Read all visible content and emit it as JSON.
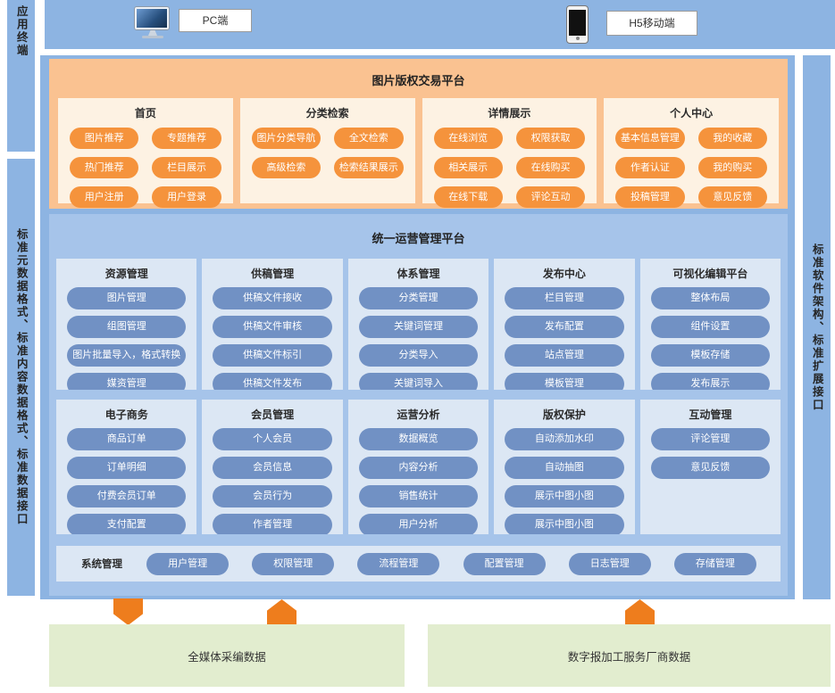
{
  "left_rail": {
    "top_label": "应用终端",
    "middle_label": "标准元数据格式、标准内容数据格式、标准数据接口"
  },
  "right_rail": {
    "label": "标准软件架构、标准扩展接口"
  },
  "terminals": {
    "pc": {
      "label": "PC端",
      "icon": "desktop-monitor-icon"
    },
    "mobile": {
      "label": "H5移动端",
      "icon": "smartphone-icon"
    }
  },
  "trading_platform": {
    "title": "图片版权交易平台",
    "columns": [
      {
        "title": "首页",
        "items": [
          "图片推荐",
          "专题推荐",
          "热门推荐",
          "栏目展示",
          "用户注册",
          "用户登录"
        ]
      },
      {
        "title": "分类检索",
        "items": [
          "图片分类导航",
          "全文检索",
          "高级检索",
          "检索结果展示"
        ]
      },
      {
        "title": "详情展示",
        "items": [
          "在线浏览",
          "权限获取",
          "相关展示",
          "在线购买",
          "在线下载",
          "评论互动"
        ]
      },
      {
        "title": "个人中心",
        "items": [
          "基本信息管理",
          "我的收藏",
          "作者认证",
          "我的购买",
          "投稿管理",
          "意见反馈"
        ]
      }
    ]
  },
  "ops_platform": {
    "title": "统一运营管理平台",
    "row1": [
      {
        "title": "资源管理",
        "items": [
          "图片管理",
          "组图管理",
          "图片批量导入，格式转换",
          "媒资管理"
        ]
      },
      {
        "title": "供稿管理",
        "items": [
          "供稿文件接收",
          "供稿文件审核",
          "供稿文件标引",
          "供稿文件发布"
        ]
      },
      {
        "title": "体系管理",
        "items": [
          "分类管理",
          "关键词管理",
          "分类导入",
          "关键词导入"
        ]
      },
      {
        "title": "发布中心",
        "items": [
          "栏目管理",
          "发布配置",
          "站点管理",
          "模板管理"
        ]
      },
      {
        "title": "可视化编辑平台",
        "items": [
          "整体布局",
          "组件设置",
          "模板存储",
          "发布展示"
        ]
      }
    ],
    "row2": [
      {
        "title": "电子商务",
        "items": [
          "商品订单",
          "订单明细",
          "付费会员订单",
          "支付配置"
        ]
      },
      {
        "title": "会员管理",
        "items": [
          "个人会员",
          "会员信息",
          "会员行为",
          "作者管理"
        ]
      },
      {
        "title": "运营分析",
        "items": [
          "数据概览",
          "内容分析",
          "销售统计",
          "用户分析"
        ]
      },
      {
        "title": "版权保护",
        "items": [
          "自动添加水印",
          "自动抽图",
          "展示中图小图",
          "展示中图小图"
        ]
      },
      {
        "title": "互动管理",
        "items": [
          "评论管理",
          "意见反馈"
        ]
      }
    ],
    "system_bar": {
      "title": "系统管理",
      "items": [
        "用户管理",
        "权限管理",
        "流程管理",
        "配置管理",
        "日志管理",
        "存储管理"
      ]
    }
  },
  "data_sources": [
    {
      "label": "全媒体采编数据"
    },
    {
      "label": "数字报加工服务厂商数据"
    }
  ],
  "colors": {
    "rail-blue": "#8db4e2",
    "ops-blue": "#a6c4ea",
    "panel-blue": "#dce7f4",
    "pill-blue": "#7191c4",
    "platform-orange": "#fac291",
    "panel-cream": "#fdf2e3",
    "pill-orange": "#f5933c",
    "arrow-orange": "#ee7d1d",
    "source-green": "#e2edcf",
    "text-dark": "#2b2b2b"
  }
}
